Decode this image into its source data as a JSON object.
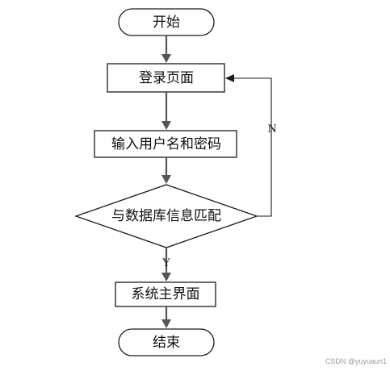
{
  "nodes": {
    "start": "开始",
    "login_page": "登录页面",
    "input_credentials": "输入用户名和密码",
    "match_database": "与数据库信息匹配",
    "main_interface": "系统主界面",
    "end": "结束"
  },
  "edges": {
    "no_label": "N",
    "yes_label": "Y"
  },
  "watermark": "CSDN @yuyuaun1"
}
